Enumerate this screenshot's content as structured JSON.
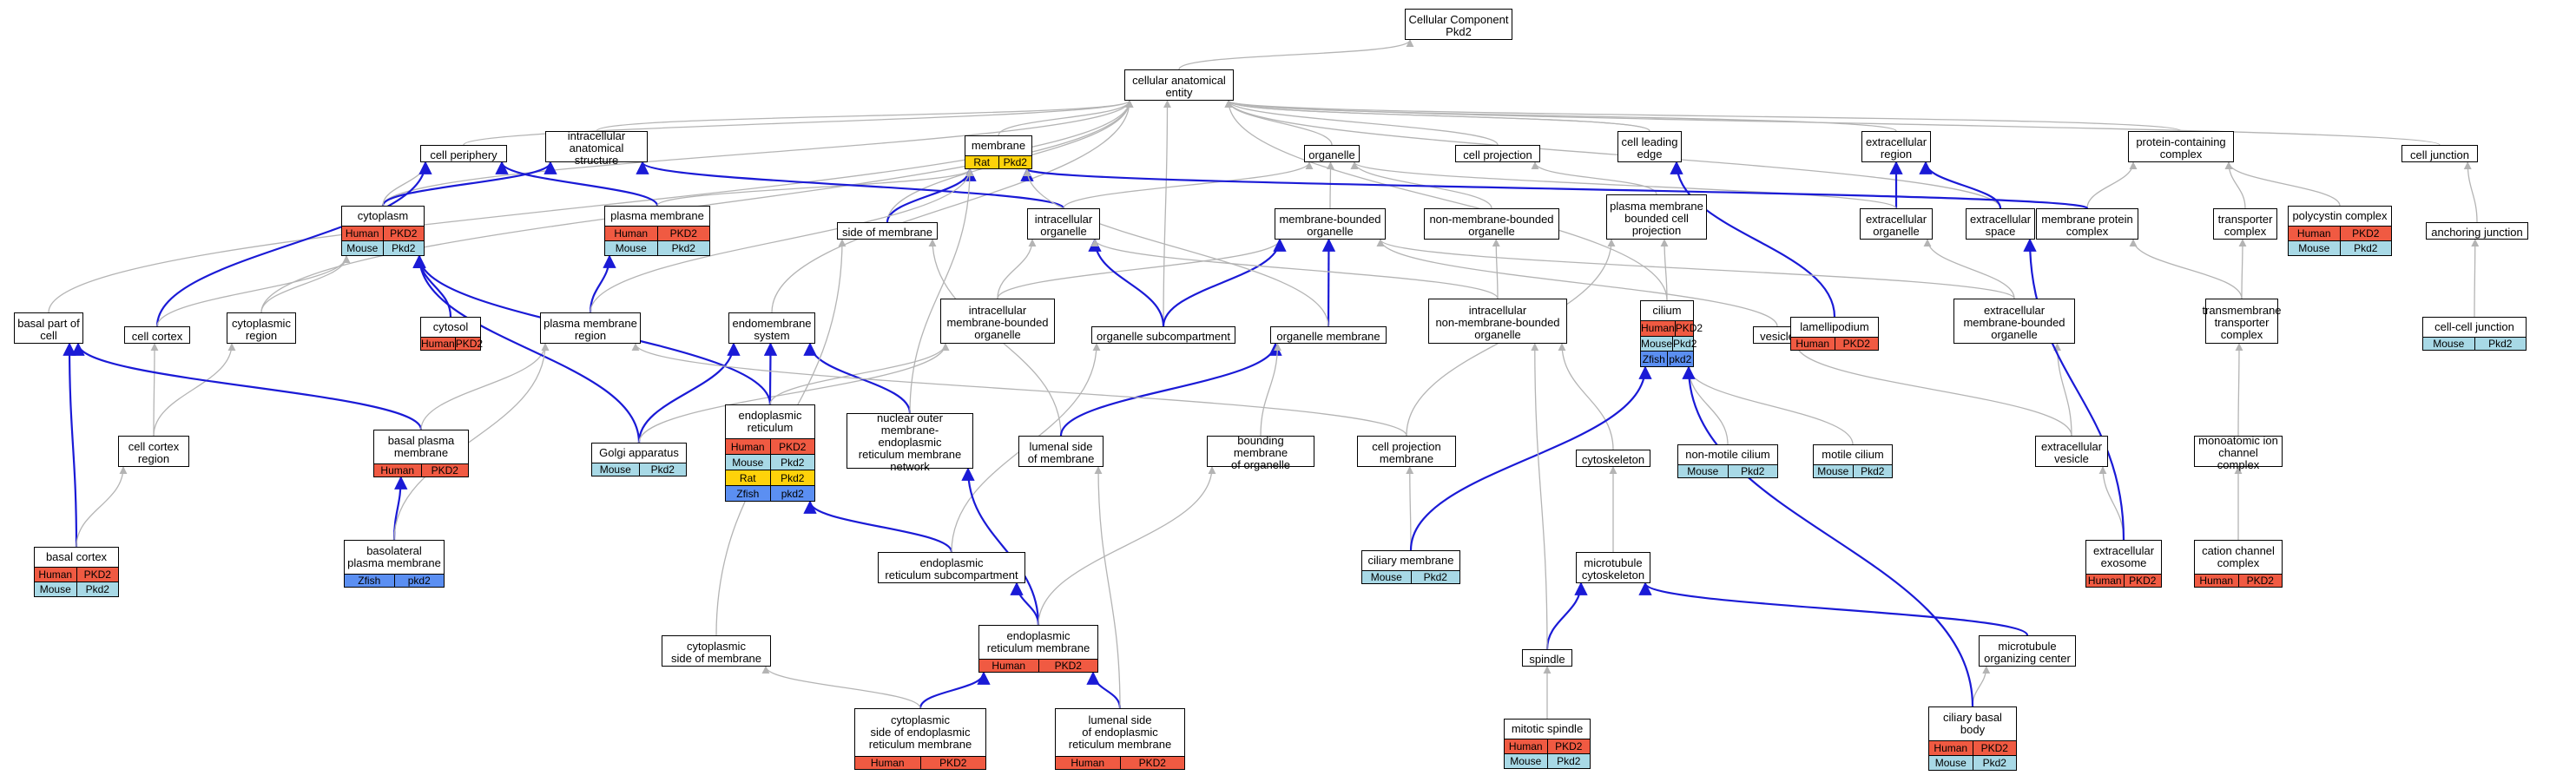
{
  "colors": {
    "Human": "#f05a42",
    "Mouse": "#a8d9e6",
    "Rat": "#ffd20a",
    "Zfish": "#5b8ff2",
    "gray_edge": "#b4b4b4",
    "blue_edge": "#1a1ad6"
  },
  "nodes": [
    {
      "id": "root",
      "label": "Cellular Component\nPkd2",
      "ann": []
    },
    {
      "id": "cae",
      "label": "cellular anatomical\nentity",
      "ann": []
    },
    {
      "id": "cell_periphery",
      "label": "cell periphery",
      "ann": []
    },
    {
      "id": "intracellular_as",
      "label": "intracellular\nanatomical structure",
      "ann": []
    },
    {
      "id": "membrane",
      "label": "membrane",
      "ann": [
        [
          "Rat",
          "Pkd2"
        ]
      ]
    },
    {
      "id": "organelle",
      "label": "organelle",
      "ann": []
    },
    {
      "id": "cell_projection",
      "label": "cell projection",
      "ann": []
    },
    {
      "id": "cell_leading_edge",
      "label": "cell leading\nedge",
      "ann": []
    },
    {
      "id": "extracellular_region",
      "label": "extracellular\nregion",
      "ann": []
    },
    {
      "id": "protein_containing",
      "label": "protein-containing\ncomplex",
      "ann": []
    },
    {
      "id": "cell_junction",
      "label": "cell junction",
      "ann": []
    },
    {
      "id": "cytoplasm",
      "label": "cytoplasm",
      "ann": [
        [
          "Human",
          "PKD2"
        ],
        [
          "Mouse",
          "Pkd2"
        ]
      ]
    },
    {
      "id": "plasma_membrane",
      "label": "plasma membrane",
      "ann": [
        [
          "Human",
          "PKD2"
        ],
        [
          "Mouse",
          "Pkd2"
        ]
      ]
    },
    {
      "id": "side_of_membrane",
      "label": "side of membrane",
      "ann": []
    },
    {
      "id": "intracellular_organelle",
      "label": "intracellular\norganelle",
      "ann": []
    },
    {
      "id": "membrane_bounded_organelle",
      "label": "membrane-bounded\norganelle",
      "ann": []
    },
    {
      "id": "non_membrane_bounded_organelle",
      "label": "non-membrane-bounded\norganelle",
      "ann": []
    },
    {
      "id": "pm_bounded_cell_projection",
      "label": "plasma membrane\nbounded cell\nprojection",
      "ann": []
    },
    {
      "id": "extracellular_organelle",
      "label": "extracellular\norganelle",
      "ann": []
    },
    {
      "id": "extracellular_space",
      "label": "extracellular\nspace",
      "ann": []
    },
    {
      "id": "membrane_protein_complex",
      "label": "membrane protein\ncomplex",
      "ann": []
    },
    {
      "id": "transporter_complex",
      "label": "transporter\ncomplex",
      "ann": []
    },
    {
      "id": "polycystin_complex",
      "label": "polycystin complex",
      "ann": [
        [
          "Human",
          "PKD2"
        ],
        [
          "Mouse",
          "Pkd2"
        ]
      ]
    },
    {
      "id": "anchoring_junction",
      "label": "anchoring junction",
      "ann": []
    },
    {
      "id": "basal_part_of_cell",
      "label": "basal part of\ncell",
      "ann": []
    },
    {
      "id": "cell_cortex",
      "label": "cell cortex",
      "ann": []
    },
    {
      "id": "cytoplasmic_region",
      "label": "cytoplasmic\nregion",
      "ann": []
    },
    {
      "id": "cytosol",
      "label": "cytosol",
      "ann": [
        [
          "Human",
          "PKD2"
        ]
      ]
    },
    {
      "id": "pm_region",
      "label": "plasma membrane\nregion",
      "ann": []
    },
    {
      "id": "endomembrane_system",
      "label": "endomembrane\nsystem",
      "ann": []
    },
    {
      "id": "intracellular_mbo",
      "label": "intracellular\nmembrane-bounded\norganelle",
      "ann": []
    },
    {
      "id": "organelle_subcompartment",
      "label": "organelle subcompartment",
      "ann": []
    },
    {
      "id": "organelle_membrane",
      "label": "organelle membrane",
      "ann": []
    },
    {
      "id": "intracellular_nmbo",
      "label": "intracellular\nnon-membrane-bounded\norganelle",
      "ann": []
    },
    {
      "id": "cilium",
      "label": "cilium",
      "ann": [
        [
          "Human",
          "PKD2"
        ],
        [
          "Mouse",
          "Pkd2"
        ],
        [
          "Zfish",
          "pkd2"
        ]
      ]
    },
    {
      "id": "vesicle",
      "label": "vesicle",
      "ann": []
    },
    {
      "id": "lamellipodium",
      "label": "lamellipodium",
      "ann": [
        [
          "Human",
          "PKD2"
        ]
      ]
    },
    {
      "id": "extracellular_mbo",
      "label": "extracellular\nmembrane-bounded\norganelle",
      "ann": []
    },
    {
      "id": "transmembrane_transporter_complex",
      "label": "transmembrane\ntransporter\ncomplex",
      "ann": []
    },
    {
      "id": "cell_cell_junction",
      "label": "cell-cell junction",
      "ann": [
        [
          "Mouse",
          "Pkd2"
        ]
      ]
    },
    {
      "id": "cell_cortex_region",
      "label": "cell cortex\nregion",
      "ann": []
    },
    {
      "id": "basal_pm",
      "label": "basal plasma\nmembrane",
      "ann": [
        [
          "Human",
          "PKD2"
        ]
      ]
    },
    {
      "id": "golgi",
      "label": "Golgi apparatus",
      "ann": [
        [
          "Mouse",
          "Pkd2"
        ]
      ]
    },
    {
      "id": "er",
      "label": "endoplasmic\nreticulum",
      "ann": [
        [
          "Human",
          "PKD2"
        ],
        [
          "Mouse",
          "Pkd2"
        ],
        [
          "Rat",
          "Pkd2"
        ],
        [
          "Zfish",
          "pkd2"
        ]
      ]
    },
    {
      "id": "nuclear_outer",
      "label": "nuclear outer\nmembrane-endoplasmic\nreticulum membrane\nnetwork",
      "ann": []
    },
    {
      "id": "lumenal_side_membrane",
      "label": "lumenal side\nof membrane",
      "ann": []
    },
    {
      "id": "bounding_membrane",
      "label": "bounding membrane\nof organelle",
      "ann": []
    },
    {
      "id": "cell_projection_membrane",
      "label": "cell projection\nmembrane",
      "ann": []
    },
    {
      "id": "cytoskeleton",
      "label": "cytoskeleton",
      "ann": []
    },
    {
      "id": "non_motile_cilium",
      "label": "non-motile cilium",
      "ann": [
        [
          "Mouse",
          "Pkd2"
        ]
      ]
    },
    {
      "id": "motile_cilium",
      "label": "motile cilium",
      "ann": [
        [
          "Mouse",
          "Pkd2"
        ]
      ]
    },
    {
      "id": "extracellular_vesicle",
      "label": "extracellular\nvesicle",
      "ann": []
    },
    {
      "id": "monoatomic_ion_channel",
      "label": "monoatomic ion\nchannel complex",
      "ann": []
    },
    {
      "id": "basal_cortex",
      "label": "basal cortex",
      "ann": [
        [
          "Human",
          "PKD2"
        ],
        [
          "Mouse",
          "Pkd2"
        ]
      ]
    },
    {
      "id": "basolateral_pm",
      "label": "basolateral\nplasma membrane",
      "ann": [
        [
          "Zfish",
          "pkd2"
        ]
      ]
    },
    {
      "id": "er_subcompartment",
      "label": "endoplasmic\nreticulum subcompartment",
      "ann": []
    },
    {
      "id": "ciliary_membrane",
      "label": "ciliary membrane",
      "ann": [
        [
          "Mouse",
          "Pkd2"
        ]
      ]
    },
    {
      "id": "microtubule_cytoskeleton",
      "label": "microtubule\ncytoskeleton",
      "ann": []
    },
    {
      "id": "extracellular_exosome",
      "label": "extracellular\nexosome",
      "ann": [
        [
          "Human",
          "PKD2"
        ]
      ]
    },
    {
      "id": "cation_channel_complex",
      "label": "cation channel\ncomplex",
      "ann": [
        [
          "Human",
          "PKD2"
        ]
      ]
    },
    {
      "id": "cytoplasmic_side_membrane",
      "label": "cytoplasmic\nside of membrane",
      "ann": []
    },
    {
      "id": "er_membrane",
      "label": "endoplasmic\nreticulum membrane",
      "ann": [
        [
          "Human",
          "PKD2"
        ]
      ]
    },
    {
      "id": "spindle",
      "label": "spindle",
      "ann": []
    },
    {
      "id": "microtubule_organizing_center",
      "label": "microtubule\norganizing center",
      "ann": []
    },
    {
      "id": "cytoplasmic_side_er_membrane",
      "label": "cytoplasmic\nside of endoplasmic\nreticulum membrane",
      "ann": [
        [
          "Human",
          "PKD2"
        ]
      ]
    },
    {
      "id": "lumenal_side_er_membrane",
      "label": "lumenal side\nof endoplasmic\nreticulum membrane",
      "ann": [
        [
          "Human",
          "PKD2"
        ]
      ]
    },
    {
      "id": "mitotic_spindle",
      "label": "mitotic spindle",
      "ann": [
        [
          "Human",
          "PKD2"
        ],
        [
          "Mouse",
          "Pkd2"
        ]
      ]
    },
    {
      "id": "ciliary_basal_body",
      "label": "ciliary basal\nbody",
      "ann": [
        [
          "Human",
          "PKD2"
        ],
        [
          "Mouse",
          "Pkd2"
        ]
      ]
    }
  ],
  "edges": [
    [
      "cae",
      "root",
      "g"
    ],
    [
      "cell_periphery",
      "cae",
      "g"
    ],
    [
      "intracellular_as",
      "cae",
      "g"
    ],
    [
      "membrane",
      "cae",
      "g"
    ],
    [
      "organelle",
      "cae",
      "g"
    ],
    [
      "cell_projection",
      "cae",
      "g"
    ],
    [
      "cell_leading_edge",
      "cae",
      "g"
    ],
    [
      "extracellular_region",
      "cae",
      "g"
    ],
    [
      "protein_containing",
      "cae",
      "g"
    ],
    [
      "cell_junction",
      "cae",
      "g"
    ],
    [
      "basal_part_of_cell",
      "cae",
      "g"
    ],
    [
      "cytoplasmic_region",
      "cae",
      "g"
    ],
    [
      "side_of_membrane",
      "cae",
      "g"
    ],
    [
      "endomembrane_system",
      "cae",
      "g"
    ],
    [
      "organelle_subcompartment",
      "cae",
      "g"
    ],
    [
      "cytoplasm",
      "cae",
      "g"
    ],
    [
      "extracellular_space",
      "cae",
      "g"
    ],
    [
      "cilium",
      "cae",
      "g"
    ],
    [
      "cytoplasm",
      "intracellular_as",
      "b"
    ],
    [
      "cytoplasm",
      "cell_periphery",
      "g"
    ],
    [
      "plasma_membrane",
      "cell_periphery",
      "b"
    ],
    [
      "plasma_membrane",
      "membrane",
      "g"
    ],
    [
      "side_of_membrane",
      "membrane",
      "b"
    ],
    [
      "intracellular_organelle",
      "intracellular_as",
      "b"
    ],
    [
      "intracellular_organelle",
      "organelle",
      "g"
    ],
    [
      "membrane_bounded_organelle",
      "organelle",
      "g"
    ],
    [
      "non_membrane_bounded_organelle",
      "organelle",
      "g"
    ],
    [
      "pm_bounded_cell_projection",
      "cell_projection",
      "g"
    ],
    [
      "extracellular_organelle",
      "extracellular_region",
      "b"
    ],
    [
      "extracellular_organelle",
      "organelle",
      "g"
    ],
    [
      "extracellular_space",
      "extracellular_region",
      "b"
    ],
    [
      "membrane_protein_complex",
      "protein_containing",
      "g"
    ],
    [
      "membrane_protein_complex",
      "membrane",
      "b"
    ],
    [
      "transporter_complex",
      "protein_containing",
      "g"
    ],
    [
      "polycystin_complex",
      "protein_containing",
      "g"
    ],
    [
      "anchoring_junction",
      "cell_junction",
      "g"
    ],
    [
      "cell_cortex",
      "cell_periphery",
      "b"
    ],
    [
      "cell_cortex",
      "cytoplasm",
      "g"
    ],
    [
      "cytoplasmic_region",
      "cytoplasm",
      "g"
    ],
    [
      "cytosol",
      "cytoplasm",
      "b"
    ],
    [
      "pm_region",
      "plasma_membrane",
      "b"
    ],
    [
      "pm_region",
      "membrane",
      "g"
    ],
    [
      "intracellular_mbo",
      "intracellular_organelle",
      "g"
    ],
    [
      "intracellular_mbo",
      "membrane_bounded_organelle",
      "g"
    ],
    [
      "organelle_subcompartment",
      "intracellular_organelle",
      "b"
    ],
    [
      "organelle_subcompartment",
      "membrane_bounded_organelle",
      "b"
    ],
    [
      "organelle_membrane",
      "membrane_bounded_organelle",
      "b"
    ],
    [
      "organelle_membrane",
      "membrane",
      "g"
    ],
    [
      "intracellular_nmbo",
      "non_membrane_bounded_organelle",
      "g"
    ],
    [
      "intracellular_nmbo",
      "intracellular_organelle",
      "g"
    ],
    [
      "cilium",
      "pm_bounded_cell_projection",
      "g"
    ],
    [
      "vesicle",
      "membrane_bounded_organelle",
      "g"
    ],
    [
      "lamellipodium",
      "cell_leading_edge",
      "b"
    ],
    [
      "extracellular_mbo",
      "extracellular_organelle",
      "g"
    ],
    [
      "extracellular_mbo",
      "membrane_bounded_organelle",
      "g"
    ],
    [
      "transmembrane_transporter_complex",
      "transporter_complex",
      "g"
    ],
    [
      "transmembrane_transporter_complex",
      "membrane_protein_complex",
      "g"
    ],
    [
      "cell_cell_junction",
      "anchoring_junction",
      "g"
    ],
    [
      "cell_cortex_region",
      "cell_cortex",
      "g"
    ],
    [
      "cell_cortex_region",
      "cytoplasmic_region",
      "g"
    ],
    [
      "basal_pm",
      "basal_part_of_cell",
      "b"
    ],
    [
      "basal_pm",
      "pm_region",
      "g"
    ],
    [
      "golgi",
      "endomembrane_system",
      "b"
    ],
    [
      "golgi",
      "cytoplasm",
      "b"
    ],
    [
      "golgi",
      "intracellular_mbo",
      "g"
    ],
    [
      "er",
      "endomembrane_system",
      "b"
    ],
    [
      "er",
      "cytoplasm",
      "b"
    ],
    [
      "er",
      "intracellular_mbo",
      "g"
    ],
    [
      "nuclear_outer",
      "endomembrane_system",
      "b"
    ],
    [
      "nuclear_outer",
      "membrane",
      "g"
    ],
    [
      "lumenal_side_membrane",
      "side_of_membrane",
      "g"
    ],
    [
      "lumenal_side_membrane",
      "organelle_membrane",
      "b"
    ],
    [
      "bounding_membrane",
      "organelle_membrane",
      "g"
    ],
    [
      "cell_projection_membrane",
      "pm_region",
      "g"
    ],
    [
      "cell_projection_membrane",
      "pm_bounded_cell_projection",
      "g"
    ],
    [
      "cytoskeleton",
      "intracellular_nmbo",
      "g"
    ],
    [
      "non_motile_cilium",
      "cilium",
      "g"
    ],
    [
      "motile_cilium",
      "cilium",
      "g"
    ],
    [
      "extracellular_vesicle",
      "extracellular_mbo",
      "g"
    ],
    [
      "extracellular_vesicle",
      "vesicle",
      "g"
    ],
    [
      "monoatomic_ion_channel",
      "transmembrane_transporter_complex",
      "g"
    ],
    [
      "basal_cortex",
      "basal_part_of_cell",
      "b"
    ],
    [
      "basal_cortex",
      "cell_cortex_region",
      "g"
    ],
    [
      "basolateral_pm",
      "basal_pm",
      "b"
    ],
    [
      "basolateral_pm",
      "pm_region",
      "g"
    ],
    [
      "er_subcompartment",
      "er",
      "b"
    ],
    [
      "er_subcompartment",
      "organelle_subcompartment",
      "g"
    ],
    [
      "ciliary_membrane",
      "cell_projection_membrane",
      "g"
    ],
    [
      "ciliary_membrane",
      "cilium",
      "b"
    ],
    [
      "microtubule_cytoskeleton",
      "cytoskeleton",
      "g"
    ],
    [
      "extracellular_exosome",
      "extracellular_vesicle",
      "g"
    ],
    [
      "cation_channel_complex",
      "monoatomic_ion_channel",
      "g"
    ],
    [
      "cytoplasmic_side_membrane",
      "side_of_membrane",
      "g"
    ],
    [
      "er_membrane",
      "er_subcompartment",
      "b"
    ],
    [
      "er_membrane",
      "nuclear_outer",
      "b"
    ],
    [
      "er_membrane",
      "bounding_membrane",
      "g"
    ],
    [
      "spindle",
      "microtubule_cytoskeleton",
      "b"
    ],
    [
      "spindle",
      "intracellular_nmbo",
      "g"
    ],
    [
      "microtubule_organizing_center",
      "microtubule_cytoskeleton",
      "b"
    ],
    [
      "cytoplasmic_side_er_membrane",
      "er_membrane",
      "b"
    ],
    [
      "cytoplasmic_side_er_membrane",
      "cytoplasmic_side_membrane",
      "g"
    ],
    [
      "lumenal_side_er_membrane",
      "er_membrane",
      "b"
    ],
    [
      "lumenal_side_er_membrane",
      "lumenal_side_membrane",
      "g"
    ],
    [
      "mitotic_spindle",
      "spindle",
      "g"
    ],
    [
      "ciliary_basal_body",
      "microtubule_organizing_center",
      "g"
    ],
    [
      "ciliary_basal_body",
      "cilium",
      "b"
    ],
    [
      "cell_leading_edge",
      "cae",
      "g"
    ],
    [
      "extracellular_exosome",
      "extracellular_space",
      "b"
    ]
  ]
}
